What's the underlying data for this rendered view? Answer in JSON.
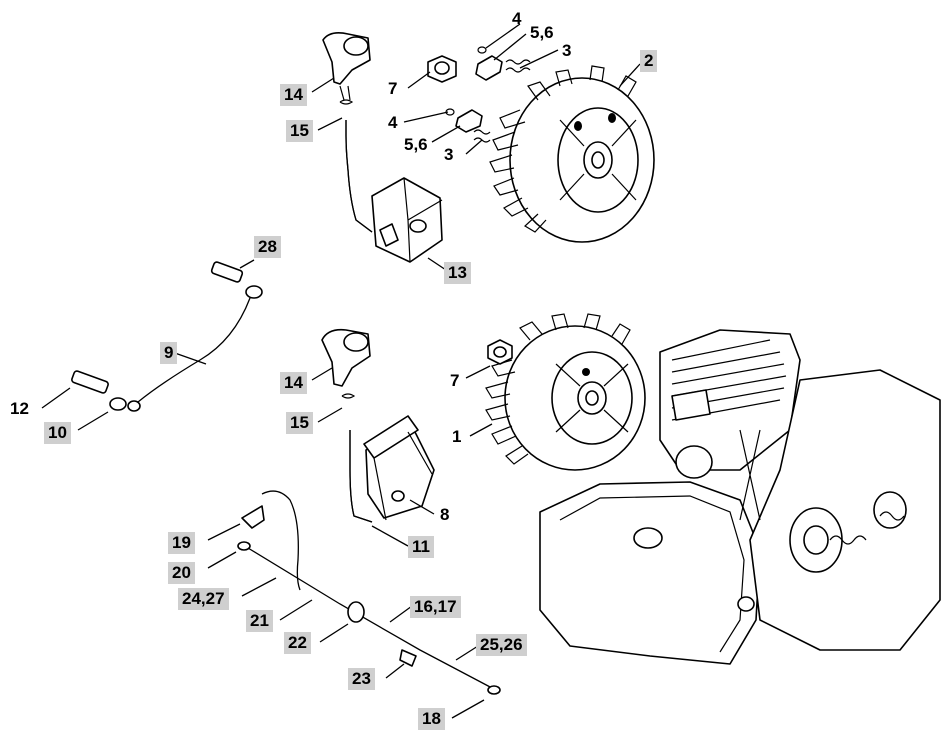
{
  "callouts": {
    "c2": "2",
    "c3a": "3",
    "c4a": "4",
    "c56a": "5,6",
    "c7a": "7",
    "c14a": "14",
    "c15a": "15",
    "c4b": "4",
    "c56b": "5,6",
    "c3b": "3",
    "c13": "13",
    "c28": "28",
    "c9": "9",
    "c12": "12",
    "c10": "10",
    "c14b": "14",
    "c7b": "7",
    "c15b": "15",
    "c1": "1",
    "c8": "8",
    "c11": "11",
    "c19": "19",
    "c20": "20",
    "c2427": "24,27",
    "c21": "21",
    "c1617": "16,17",
    "c22": "22",
    "c2526": "25,26",
    "c23": "23",
    "c18": "18"
  },
  "colors": {
    "label_bg": "#cfcfcf",
    "line": "#000000",
    "background": "#ffffff"
  }
}
